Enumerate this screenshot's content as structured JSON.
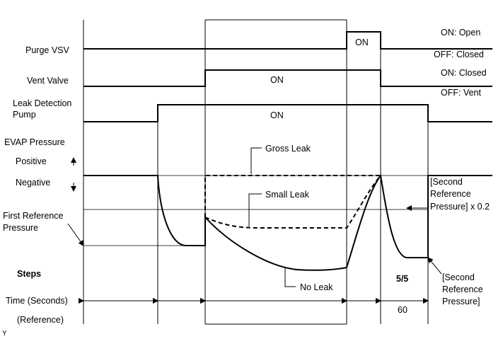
{
  "labels": {
    "purge_vsv": "Purge VSV",
    "vent_valve": "Vent Valve",
    "leak_pump_1": "Leak Detection",
    "leak_pump_2": "Pump",
    "evap_pressure": "EVAP Pressure",
    "positive": "Positive",
    "negative": "Negative",
    "first_ref_1": "First Reference",
    "first_ref_2": "Pressure",
    "steps": "Steps",
    "time": "Time (Seconds)",
    "reference": "(Reference)",
    "figure_code": "Y"
  },
  "states": {
    "purge_on": "ON",
    "vent_on": "ON",
    "pump_on": "ON",
    "on_open": "ON: Open",
    "off_closed": "OFF: Closed",
    "on_closed": "ON: Closed",
    "off_vent": "OFF: Vent"
  },
  "curves": {
    "gross_leak": "Gross Leak",
    "small_leak": "Small Leak",
    "no_leak": "No Leak"
  },
  "second_ref": {
    "top_1": "[Second",
    "top_2": "Reference",
    "top_3": "Pressure] x 0.2",
    "bottom_1": "[Second",
    "bottom_2": "Reference",
    "bottom_3": "Pressure]"
  },
  "step_label": "5/5",
  "time_value": "60",
  "colors": {
    "line": "#000000",
    "background": "#ffffff"
  }
}
